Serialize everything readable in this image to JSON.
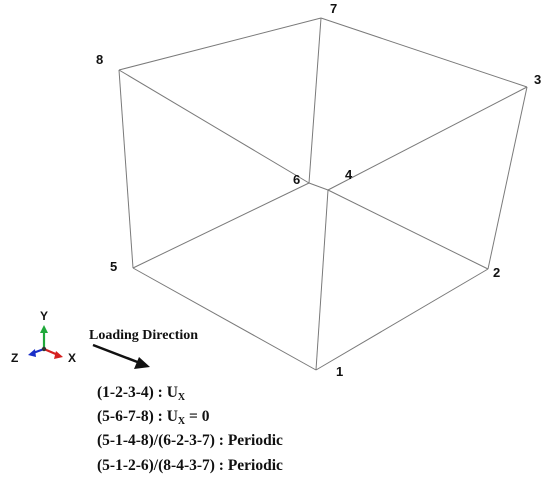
{
  "vertices": [
    "1",
    "2",
    "3",
    "4",
    "5",
    "6",
    "7",
    "8"
  ],
  "triad": {
    "x_label": "X",
    "y_label": "Y",
    "z_label": "Z",
    "x_color": "#d62020",
    "y_color": "#1fa83a",
    "z_color": "#1a2fc8"
  },
  "loading_direction_label": "Loading Direction",
  "boundary_conditions": [
    {
      "faces": "(1-2-3-4) : U",
      "sub": "X",
      "rest": ""
    },
    {
      "faces": "(5-6-7-8) : U",
      "sub": "X",
      "rest": " = 0"
    },
    {
      "faces": "(5-1-4-8)/(6-2-3-7) : Periodic",
      "sub": "",
      "rest": ""
    },
    {
      "faces": "(5-1-2-6)/(8-4-3-7) : Periodic",
      "sub": "",
      "rest": ""
    }
  ]
}
